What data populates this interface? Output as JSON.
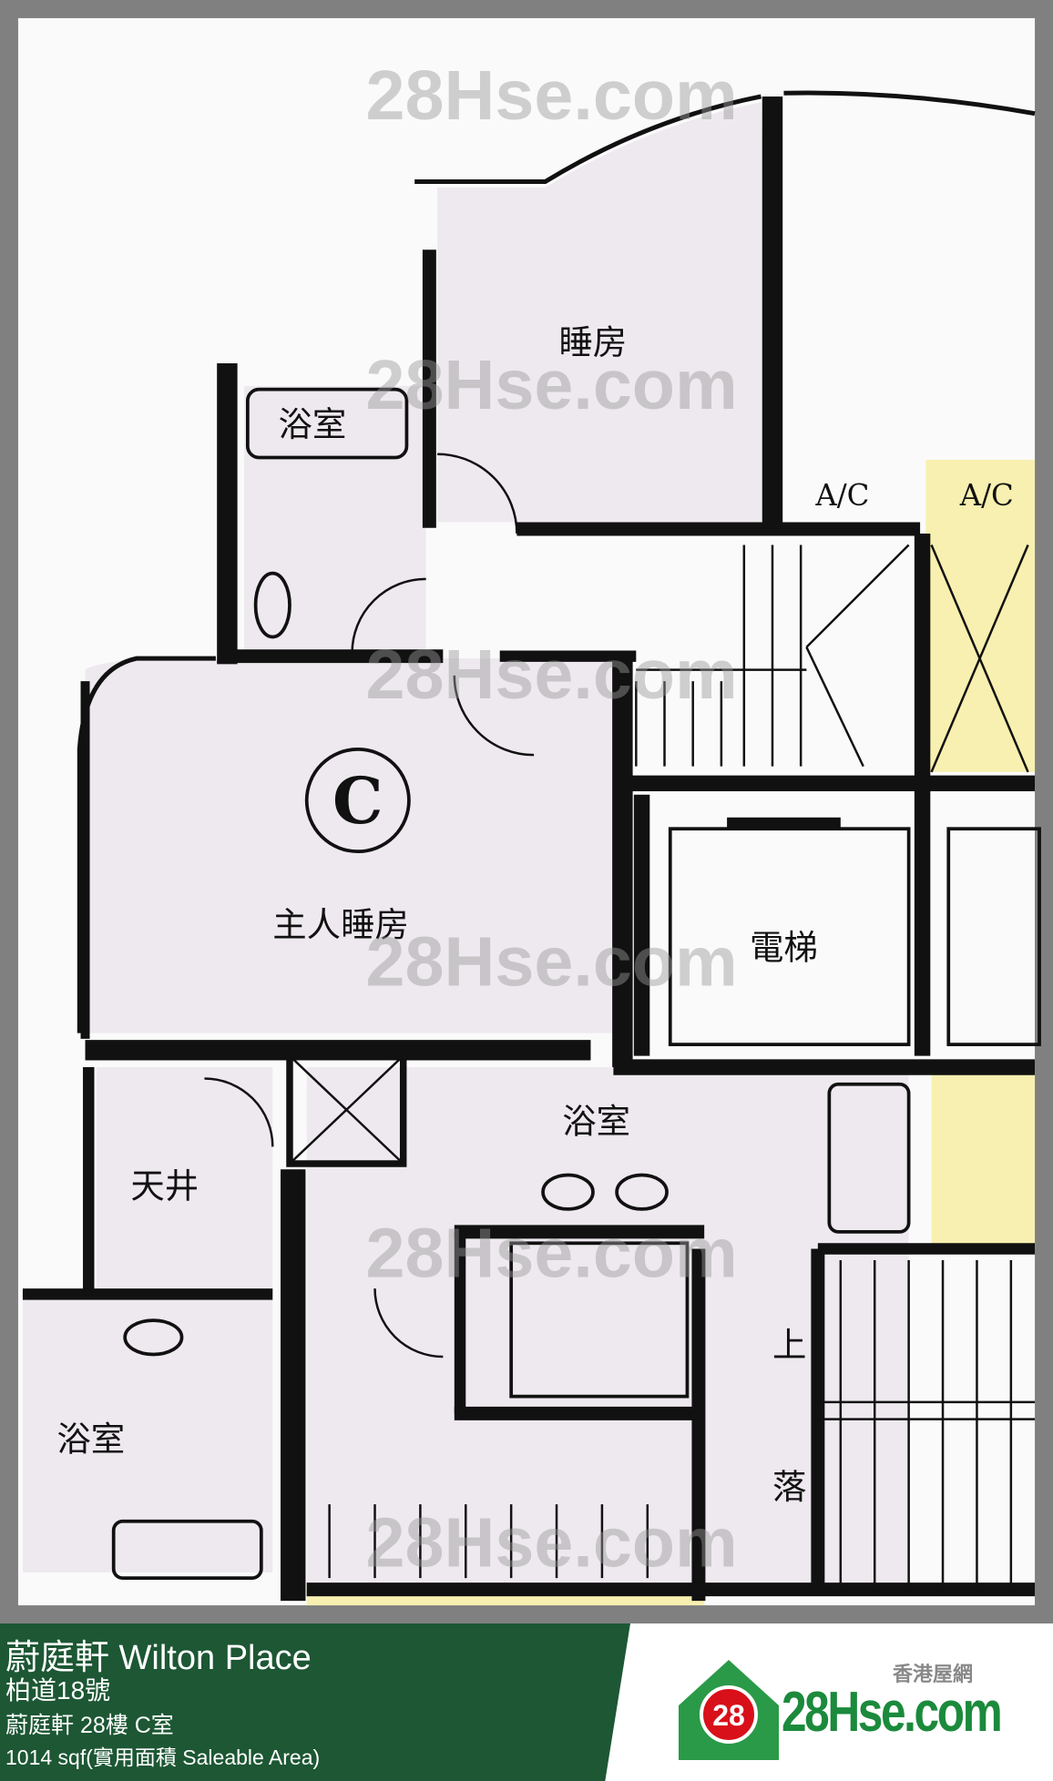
{
  "floorplan": {
    "unit_marker": "C",
    "rooms": {
      "bedroom": "睡房",
      "bathroom_top": "浴室",
      "ac_1": "A/C",
      "ac_2": "A/C",
      "master_bedroom": "主人睡房",
      "lift": "電梯",
      "light_well": "天井",
      "bathroom_center": "浴室",
      "bathroom_left": "浴室",
      "stairs_up": "上",
      "stairs_down": "落"
    },
    "watermark": "28Hse.com",
    "watermark_badge": "28",
    "colors": {
      "stair_fill": "#f8f0b0",
      "room_fill": "#efeaf0",
      "wall": "#111111"
    }
  },
  "caption": {
    "title": "蔚庭軒 Wilton Place",
    "address": "柏道18號",
    "unit": "蔚庭軒 28樓 C室",
    "area": "1014 sqf(實用面積 Saleable Area)",
    "background": "#1d5734"
  },
  "logo": {
    "badge": "28",
    "text": "28Hse.com",
    "subtitle": "香港屋網"
  }
}
